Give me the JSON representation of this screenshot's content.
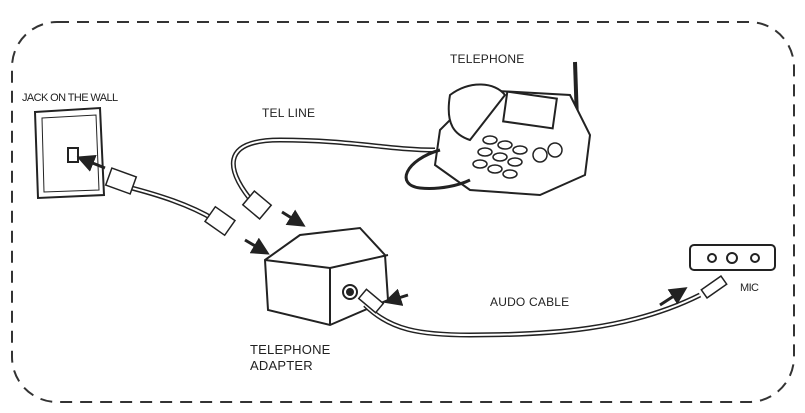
{
  "labels": {
    "telephone": "TELEPHONE",
    "jack": "JACK ON THE WALL",
    "tel_line": "TEL LINE",
    "audio_cable": "AUDO CABLE",
    "mic": "MIC",
    "adapter_line1": "TELEPHONE",
    "adapter_line2": "ADAPTER"
  },
  "colors": {
    "ink": "#222222",
    "background": "#ffffff"
  }
}
